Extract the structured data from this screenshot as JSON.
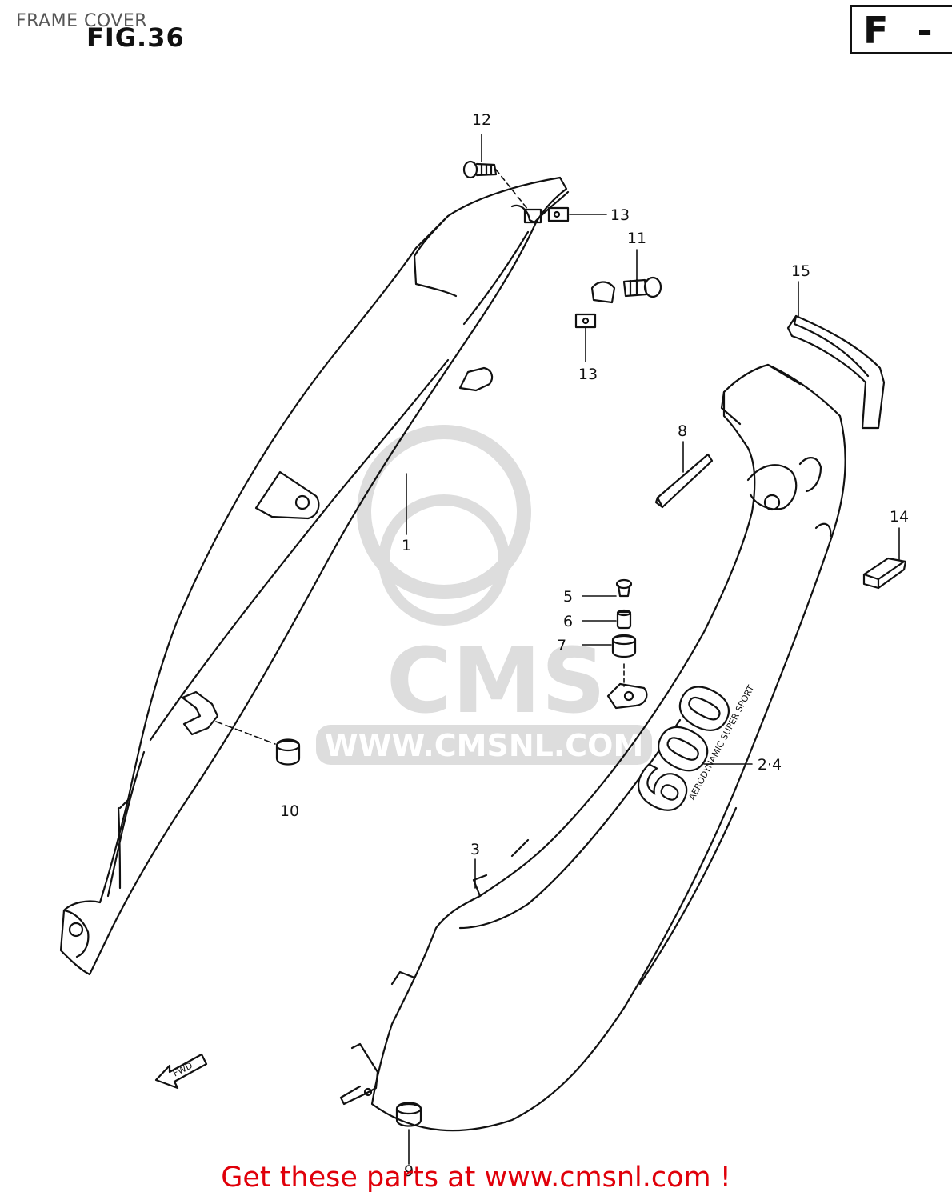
{
  "header": {
    "page_label": "FRAME COVER",
    "figure_title": "FIG.36",
    "section_code": "F -"
  },
  "callouts": [
    {
      "id": "12",
      "text": "12"
    },
    {
      "id": "13a",
      "text": "13"
    },
    {
      "id": "11",
      "text": "11"
    },
    {
      "id": "13b",
      "text": "13"
    },
    {
      "id": "15",
      "text": "15"
    },
    {
      "id": "8",
      "text": "8"
    },
    {
      "id": "14",
      "text": "14"
    },
    {
      "id": "1",
      "text": "1"
    },
    {
      "id": "5",
      "text": "5"
    },
    {
      "id": "6",
      "text": "6"
    },
    {
      "id": "7",
      "text": "7"
    },
    {
      "id": "2-4",
      "text": "2·4"
    },
    {
      "id": "10",
      "text": "10"
    },
    {
      "id": "3",
      "text": "3"
    },
    {
      "id": "9",
      "text": "9"
    }
  ],
  "part_markings": {
    "fwd_arrow": "FWD",
    "cover_model": "600",
    "cover_slogan": "AERODYNAMIC SUPER SPORT"
  },
  "watermark": {
    "brand": "CMS",
    "url": "WWW.CMSNL.COM"
  },
  "footer": {
    "link_text": "Get these parts at www.cmsnl.com !"
  }
}
